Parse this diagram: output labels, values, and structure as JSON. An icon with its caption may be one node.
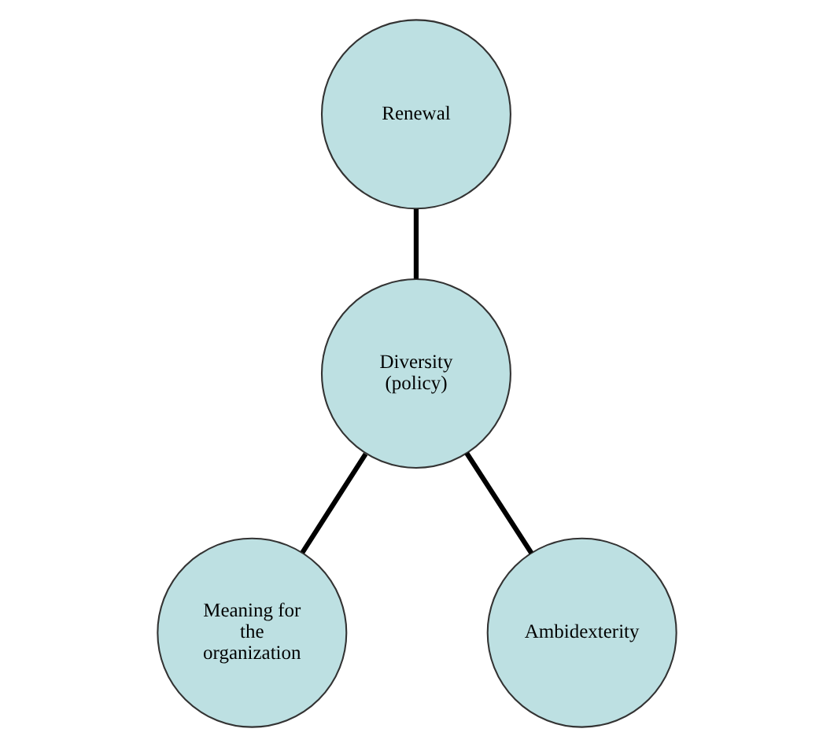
{
  "diagram": {
    "nodes": [
      {
        "text": [
          "Renewal"
        ]
      },
      {
        "text": [
          "Diversity (policy)"
        ]
      },
      {
        "text": [
          "Meaning for the organization"
        ]
      },
      {
        "text": [
          "Ambidexterity"
        ]
      }
    ],
    "edges": [
      {
        "from": 0,
        "to": 1,
        "arrow": "none"
      },
      {
        "from": 1,
        "to": 2,
        "arrow": "none"
      },
      {
        "from": 1,
        "to": 3,
        "arrow": "none"
      }
    ]
  }
}
